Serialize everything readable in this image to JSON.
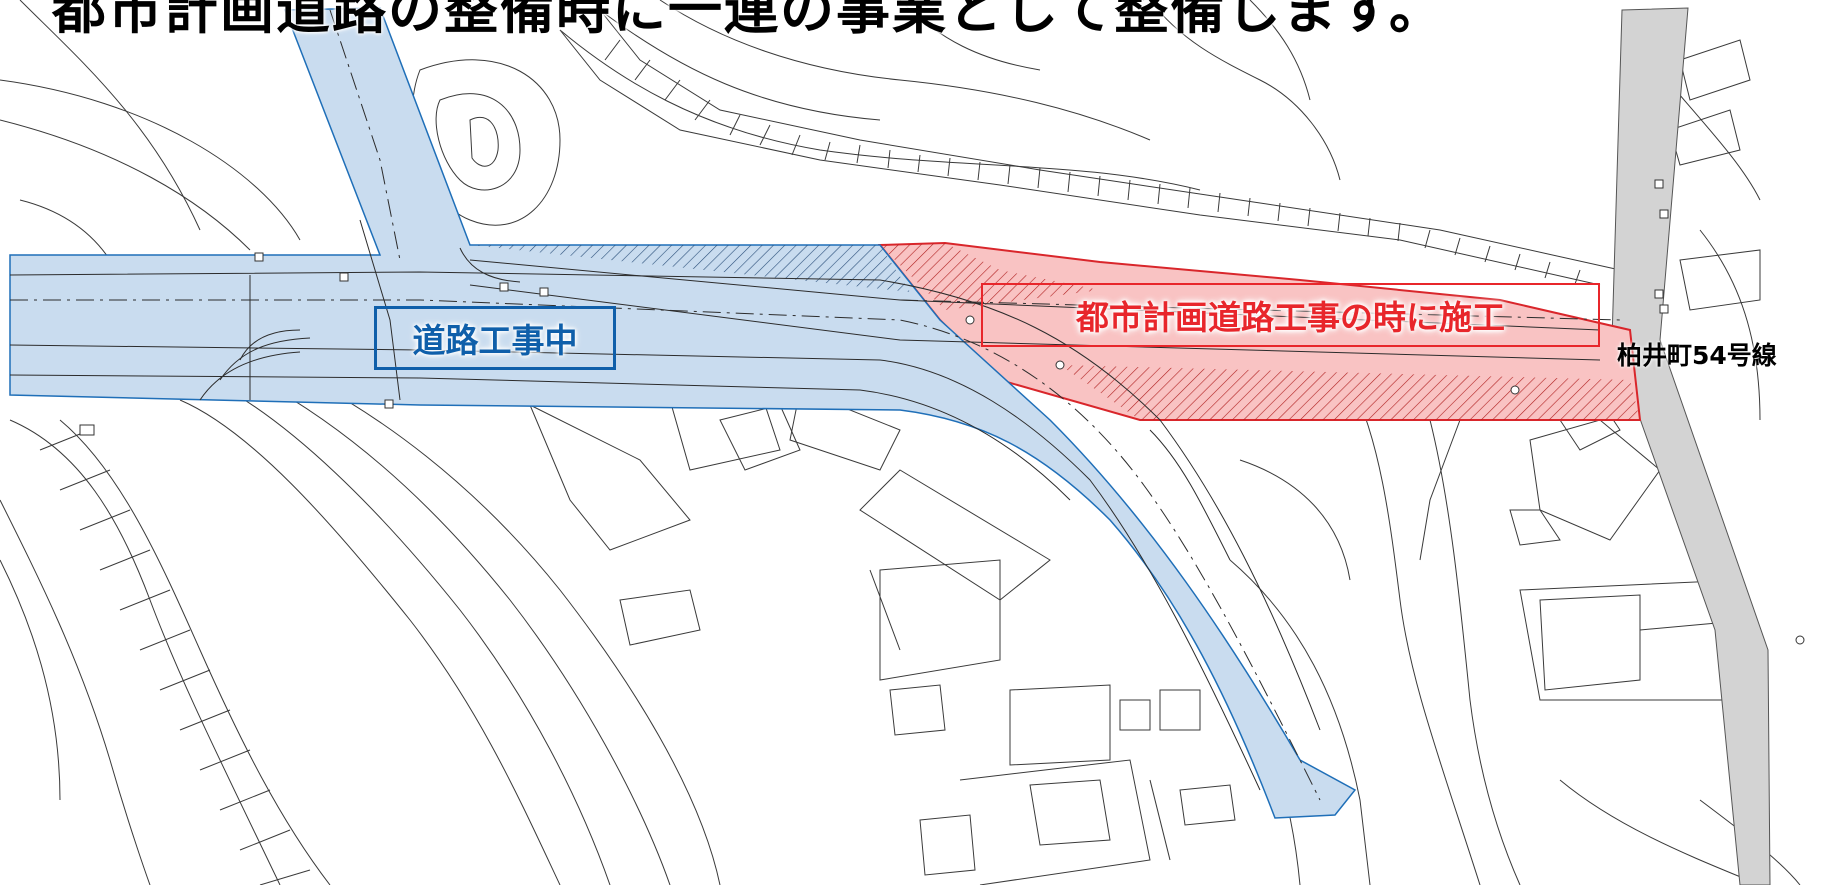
{
  "title": "都市計画道路の整備時に一連の事業として整備します。",
  "labels": {
    "under_construction": "道路工事中",
    "future_construction": "都市計画道路工事の時に施工",
    "road_name": "柏井町54号線"
  },
  "colors": {
    "blue_area_fill": "#c9dcef",
    "blue_area_stroke": "#1f6fb8",
    "blue_label": "#0f5faa",
    "red_area_fill": "#f9c3c3",
    "red_area_stroke": "#d9262b",
    "red_label": "#e8262b",
    "adjacent_road_fill": "#d3d3d3",
    "linework": "#3a3a3a"
  }
}
